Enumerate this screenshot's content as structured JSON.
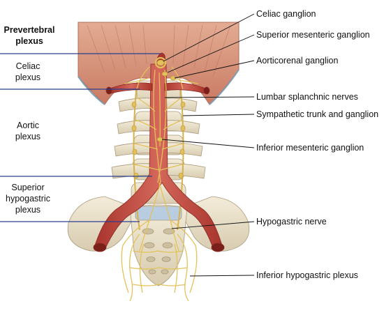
{
  "left_panel": {
    "heading_line1": "Prevertebral",
    "heading_line2": "plexus",
    "celiac_line1": "Celiac",
    "celiac_line2": "plexus",
    "aortic_line1": "Aortic",
    "aortic_line2": "plexus",
    "superior_line1": "Superior",
    "superior_line2": "hypogastric",
    "superior_line3": "plexus"
  },
  "right_labels": {
    "celiac_ganglion": "Celiac ganglion",
    "superior_mesenteric_ganglion": "Superior mesenteric ganglion",
    "aorticorenal_ganglion": "Aorticorenal ganglion",
    "lumbar_splanchnic_nerves": "Lumbar splanchnic nerves",
    "sympathetic_trunk": "Sympathetic trunk and ganglion",
    "inferior_mesenteric_ganglion": "Inferior mesenteric ganglion",
    "hypogastric_nerve": "Hypogastric nerve",
    "inferior_hypogastric_plexus": "Inferior hypogastric plexus"
  },
  "colors": {
    "divider_blue": "#2a3f8f",
    "artery_red": "#c0453c",
    "nerve_yellow": "#e3c15a",
    "bone": "#ece4cf",
    "muscle": "#d99a82"
  }
}
